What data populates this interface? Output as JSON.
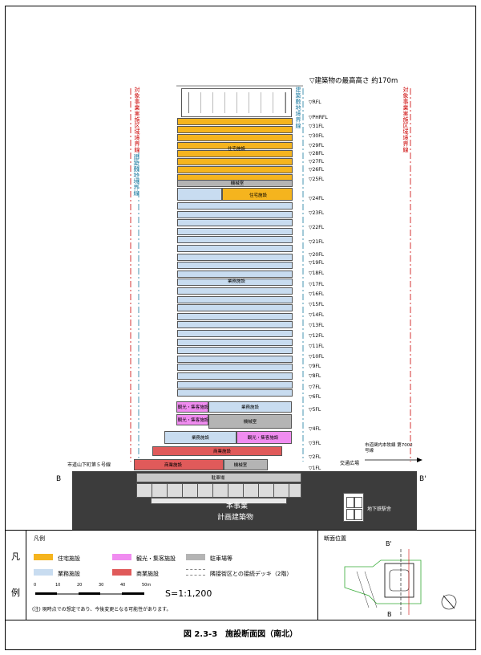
{
  "header": {
    "max_height": "▽建築物の最高高さ 約170m"
  },
  "boundary_lines": {
    "left_red": "対象事業実施区域境界線",
    "left_blue": "建築敷地境界線",
    "right_blue": "建築敷地境界線",
    "right_red": "対象事業実施区域境界線"
  },
  "floors": [
    "▽RFL",
    "▽PHRFL",
    "▽31FL",
    "▽30FL",
    "▽29FL",
    "▽28FL",
    "▽27FL",
    "▽26FL",
    "▽25FL",
    "▽24FL",
    "▽23FL",
    "▽22FL",
    "▽21FL",
    "▽20FL",
    "▽19FL",
    "▽18FL",
    "▽17FL",
    "▽16FL",
    "▽15FL",
    "▽14FL",
    "▽13FL",
    "▽12FL",
    "▽11FL",
    "▽10FL",
    "▽9FL",
    "▽8FL",
    "▽7FL",
    "▽6FL",
    "▽5FL",
    "▽4FL",
    "▽3FL",
    "▽2FL",
    "▽1FL"
  ],
  "facilities": {
    "residential": "住宅施設",
    "residential2": "住宅施設",
    "machine_room_top": "機械室",
    "business": "業務施設",
    "tourism_a": "観光・集客施設",
    "business_b": "業務施設",
    "tourism_b": "観光・集客施設",
    "machine_room_mid": "機械室",
    "business_c": "業務施設",
    "tourism_c": "観光・集客施設",
    "commercial_a": "商業施設",
    "commercial_b": "商業施設",
    "machine_room_low": "機械室",
    "parking": "駐車場"
  },
  "ground": {
    "left_road": "市道山下町第５号線",
    "right_road": "市道関内本牧線 第7002号線",
    "traffic_plaza": "交通広場",
    "section_left": "B",
    "section_right": "B'",
    "project_line1": "本事業",
    "project_line2": "計画建築物",
    "subway": "地下鉄駅舎"
  },
  "legend": {
    "side_label_top": "凡",
    "side_label_bottom": "例",
    "title": "凡例",
    "items": [
      {
        "label": "住宅施設",
        "color": "#F5B41E"
      },
      {
        "label": "観光・集客施設",
        "color": "#F08CF0"
      },
      {
        "label": "駐車場等",
        "color": "#B4B4B4"
      },
      {
        "label": "業務施設",
        "color": "#C8DCF0"
      },
      {
        "label": "商業施設",
        "color": "#E05A5A"
      },
      {
        "label": "隣接街区との接続デッキ（2階）",
        "color": "#FFFFFF"
      }
    ],
    "scale_ticks": [
      "0",
      "10",
      "20",
      "30",
      "40",
      "50m"
    ],
    "scale": "S=1:1,200",
    "note": "(注) 現時点での想定であり、今後変更となる可能性があります。"
  },
  "location": {
    "title": "断面位置",
    "b_top": "B'",
    "b_bottom": "B"
  },
  "caption": "図 2.3-3　施設断面図（南北）",
  "colors": {
    "residential": "#F5B41E",
    "business": "#C8DCF0",
    "tourism": "#F08CF0",
    "commercial": "#E05A5A",
    "parking": "#B4B4B4",
    "ground": "#3C3C3C"
  }
}
